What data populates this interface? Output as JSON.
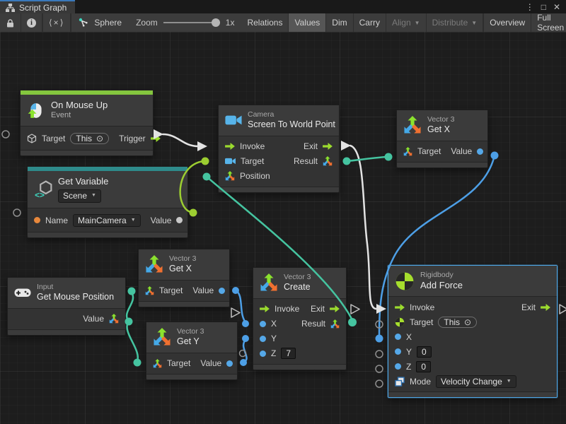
{
  "glyphs": {
    "caret_down": "▼",
    "scope_dot": "⊙",
    "more": "⋮",
    "maximize": "□",
    "close": "✕",
    "angle_x": "⟨×⟩",
    "info": "i"
  },
  "window": {
    "tab": "Script Graph"
  },
  "toolbar": {
    "graph_name": "Sphere",
    "zoom_label": "Zoom",
    "zoom_value": "1x",
    "buttons": [
      {
        "label": "Relations",
        "state": "normal"
      },
      {
        "label": "Values",
        "state": "active"
      },
      {
        "label": "Dim",
        "state": "normal"
      },
      {
        "label": "Carry",
        "state": "normal"
      },
      {
        "label": "Align",
        "state": "disabled"
      },
      {
        "label": "Distribute",
        "state": "disabled"
      },
      {
        "label": "Overview",
        "state": "normal"
      },
      {
        "label": "Full Screen",
        "state": "normal"
      }
    ]
  },
  "colors": {
    "event_accent": "#84C63E",
    "variable_accent": "#2E8B8B",
    "selection": "#4FA8E8",
    "wire_flow": "#E3E3E3",
    "wire_object": "#9CCE31",
    "wire_vector": "#45C4A0",
    "wire_float": "#4D9FE6",
    "port_float": "#55A8E8",
    "port_name": "#E8883C",
    "port_object": "#C8C8C8"
  },
  "nodes": {
    "on_mouse_up": {
      "title": "On Mouse Up",
      "subtitle": "Event",
      "target_label": "Target",
      "target_value": "This",
      "trigger_label": "Trigger"
    },
    "get_variable": {
      "title": "Get Variable",
      "scope": "Scene",
      "name_label": "Name",
      "name_value": "MainCamera",
      "value_label": "Value"
    },
    "screen_to_world": {
      "category": "Camera",
      "title": "Screen To World Point",
      "invoke_label": "Invoke",
      "exit_label": "Exit",
      "target_label": "Target",
      "result_label": "Result",
      "position_label": "Position"
    },
    "get_x_top": {
      "category": "Vector 3",
      "title": "Get X",
      "target_label": "Target",
      "value_label": "Value"
    },
    "get_mouse_position": {
      "category": "Input",
      "title": "Get Mouse Position",
      "value_label": "Value"
    },
    "get_x_mid": {
      "category": "Vector 3",
      "title": "Get X",
      "target_label": "Target",
      "value_label": "Value"
    },
    "get_y": {
      "category": "Vector 3",
      "title": "Get Y",
      "target_label": "Target",
      "value_label": "Value"
    },
    "create": {
      "category": "Vector 3",
      "title": "Create",
      "invoke_label": "Invoke",
      "exit_label": "Exit",
      "x_label": "X",
      "result_label": "Result",
      "y_label": "Y",
      "z_label": "Z",
      "z_value": "7"
    },
    "add_force": {
      "category": "Rigidbody",
      "title": "Add Force",
      "invoke_label": "Invoke",
      "exit_label": "Exit",
      "target_label": "Target",
      "target_value": "This",
      "x_label": "X",
      "y_label": "Y",
      "y_value": "0",
      "z_label": "Z",
      "z_value": "0",
      "mode_label": "Mode",
      "mode_value": "Velocity Change"
    }
  }
}
